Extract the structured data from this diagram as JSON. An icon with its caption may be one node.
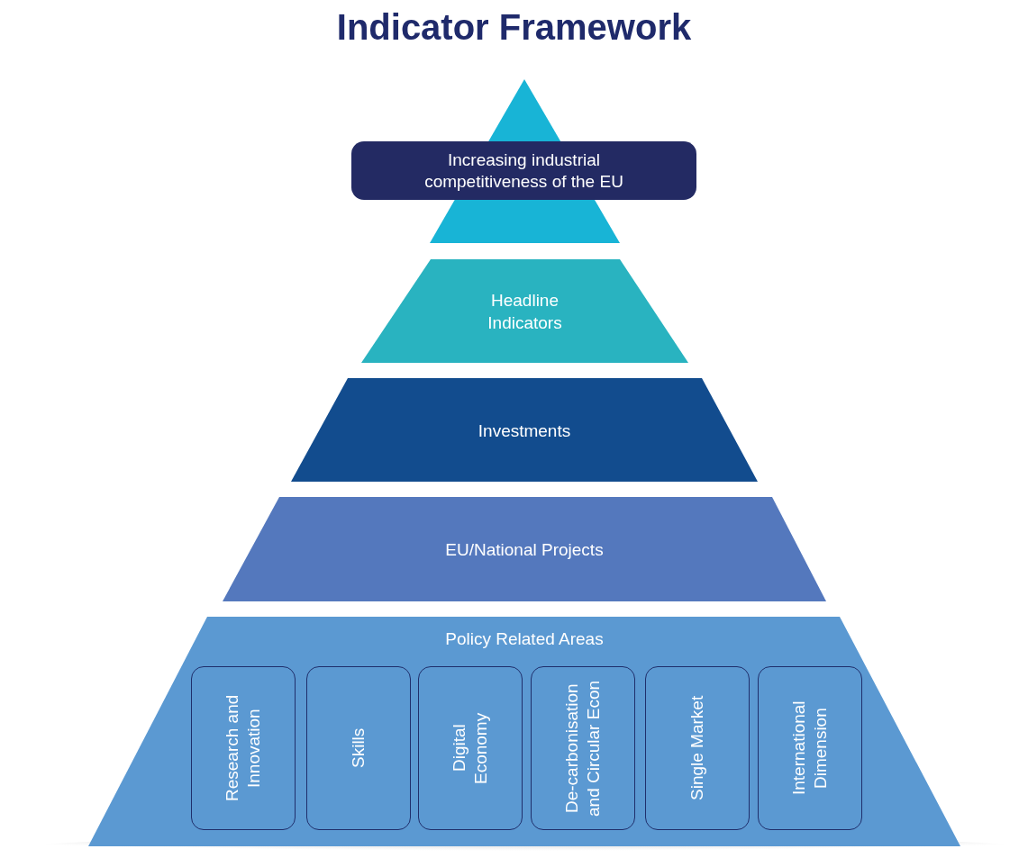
{
  "diagram": {
    "title": "Indicator Framework",
    "nodes": [
      {
        "text": [],
        "shape": "triangle"
      },
      {
        "text": [
          "Increasing industrial competitiveness of the EU"
        ]
      },
      {
        "text": [
          "Headline Indicators"
        ]
      },
      {
        "text": [
          "Investments"
        ]
      },
      {
        "text": [
          "EU/National Projects"
        ]
      },
      {
        "text": [
          "Policy Related Areas"
        ]
      },
      {
        "text": [
          "Research and Innovation"
        ],
        "in": 5
      },
      {
        "text": [
          "Skills"
        ],
        "in": 5
      },
      {
        "text": [
          "Digital Economy"
        ],
        "in": 5
      },
      {
        "text": [
          "De-carbonisation and Circular Econ"
        ],
        "in": 5
      },
      {
        "text": [
          "Single Market"
        ],
        "in": 5
      },
      {
        "text": [
          "International Dimension"
        ],
        "in": 5
      }
    ],
    "edges": []
  }
}
